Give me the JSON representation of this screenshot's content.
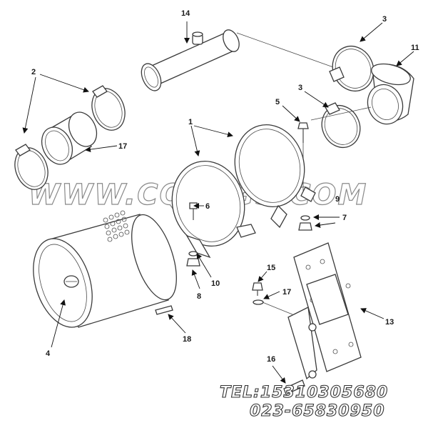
{
  "callouts": {
    "c1": "1",
    "c2": "2",
    "c3a": "3",
    "c3b": "3",
    "c4": "4",
    "c5": "5",
    "c6": "6",
    "c7": "7",
    "c8": "8",
    "c9": "9",
    "c10": "10",
    "c11": "11",
    "c13": "13",
    "c14": "14",
    "c15": "15",
    "c16": "16",
    "c17a": "17",
    "c17b": "17",
    "c18": "18"
  },
  "watermark": {
    "site": "WWW.CQKSGS.COM",
    "tel": "TEL:15310305680",
    "phone": "023-65830950"
  },
  "colors": {
    "line": "#3a3a3a",
    "text": "#1a1a1a",
    "watermark_outline": "#8a8a8a"
  }
}
